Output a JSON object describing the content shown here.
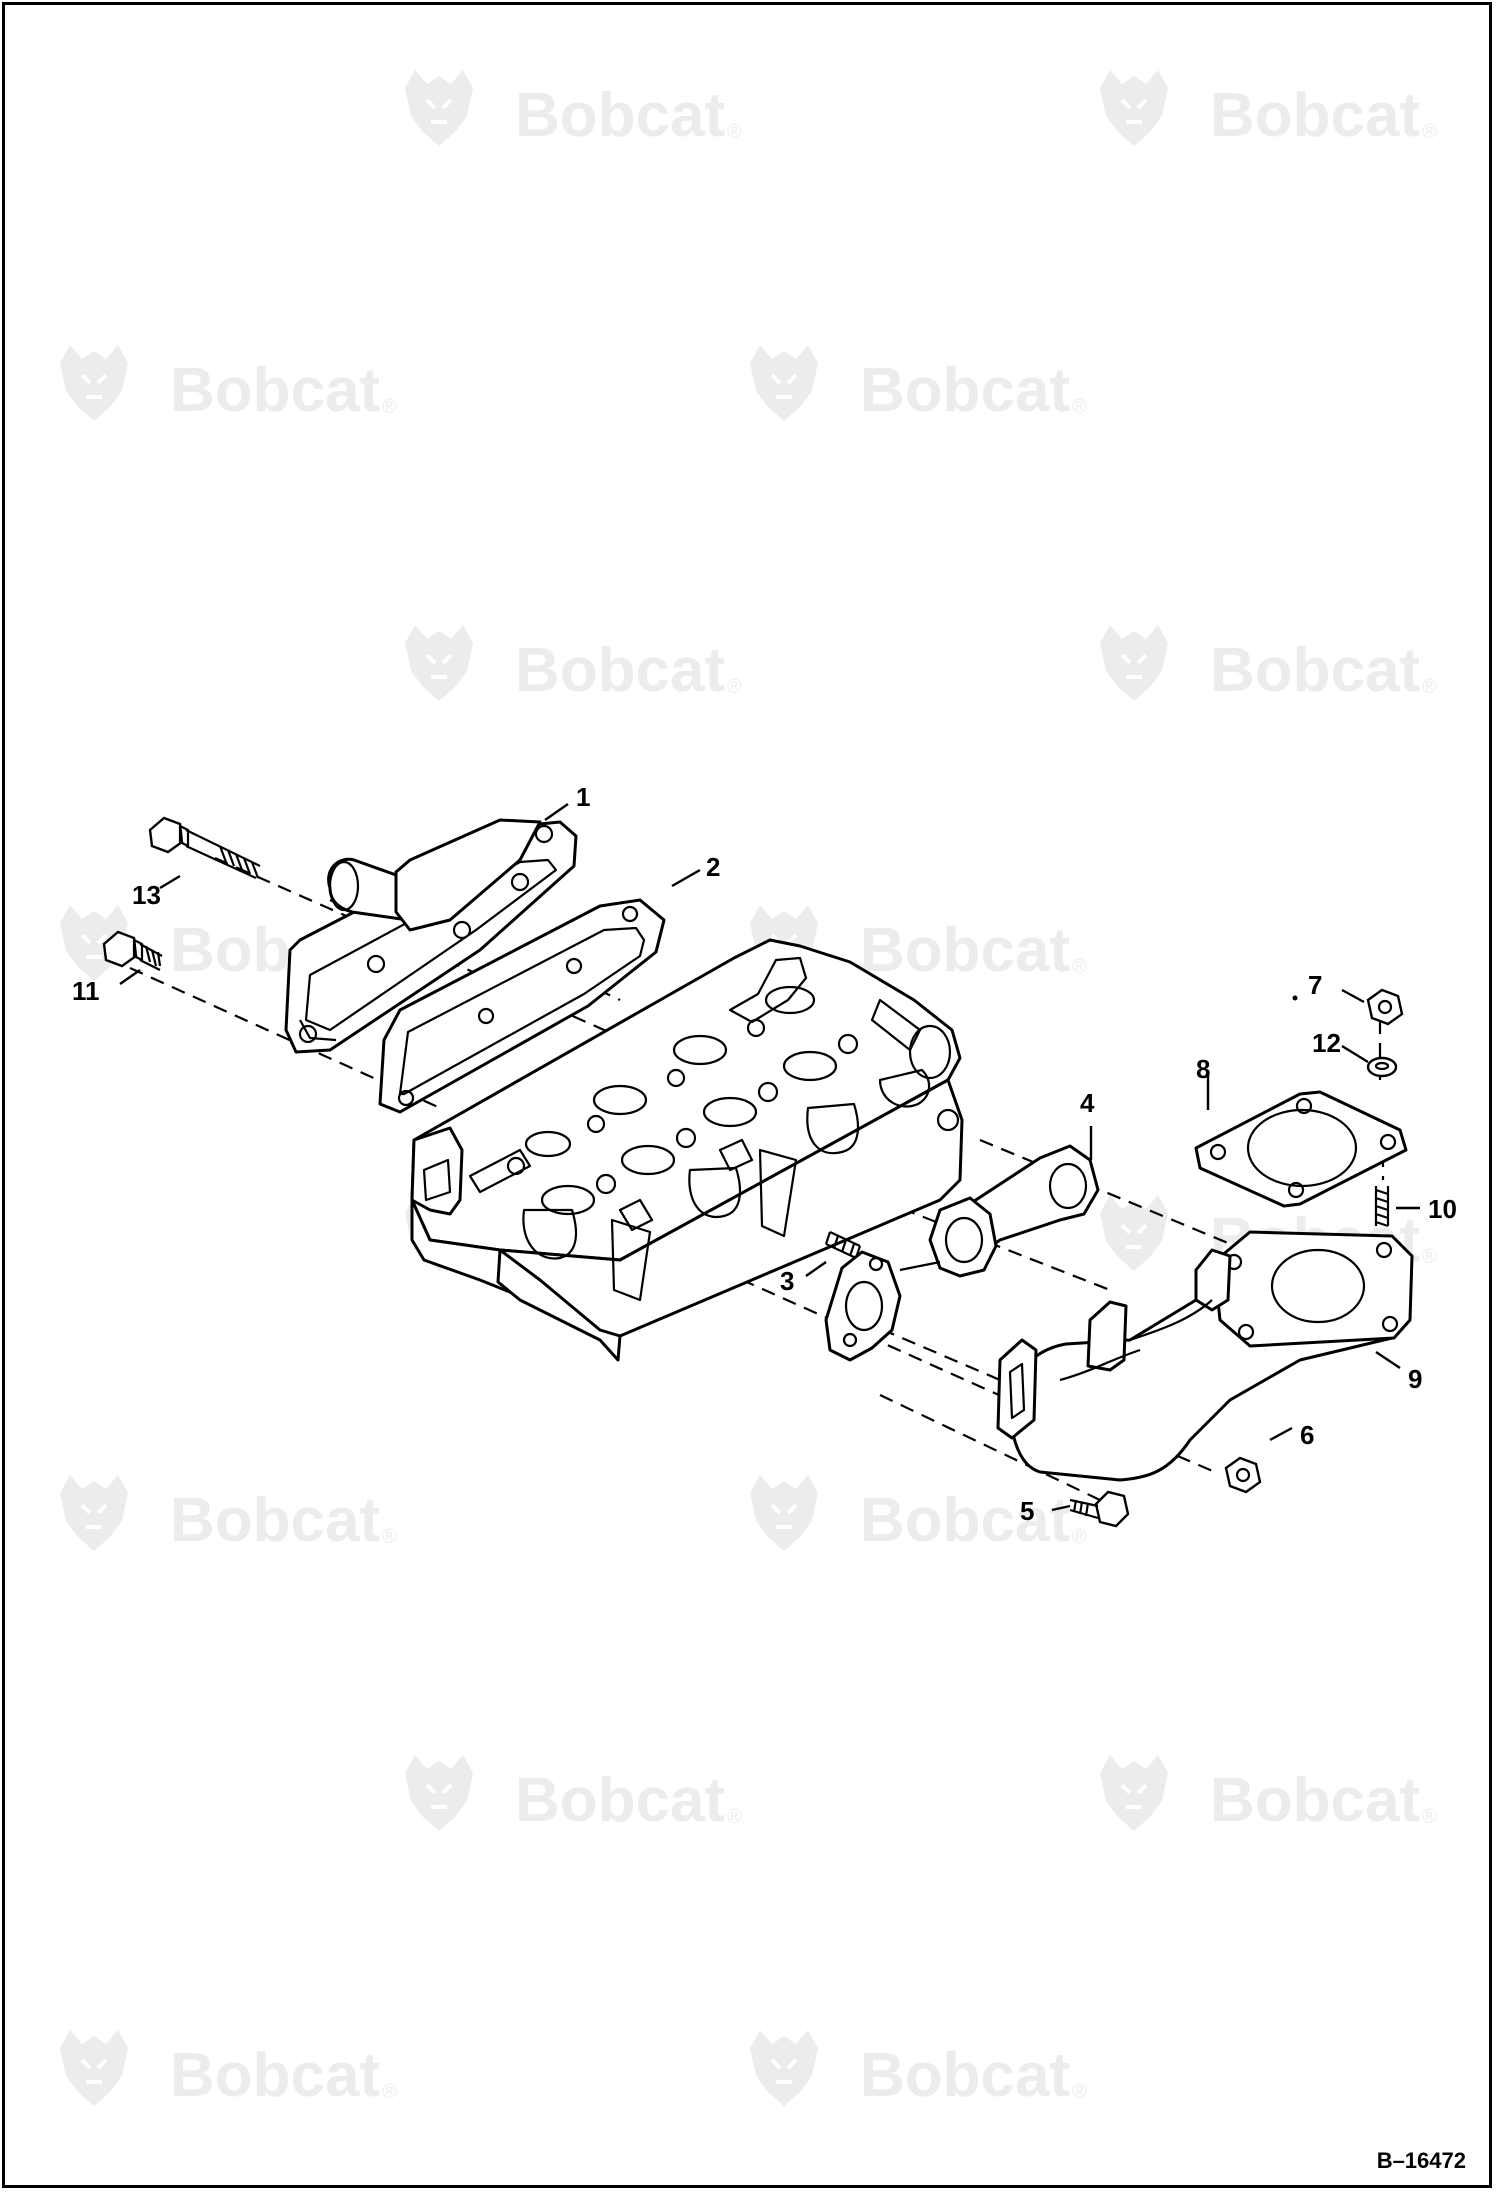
{
  "watermark": {
    "brand": "Bobcat",
    "registered_mark": "®",
    "icon": "bobcat-head-logo-icon"
  },
  "figure_ref": "B–16472",
  "callouts": [
    {
      "id": "1",
      "label": "1",
      "part": "intake-manifold"
    },
    {
      "id": "2",
      "label": "2",
      "part": "intake-manifold-gasket"
    },
    {
      "id": "3",
      "label": "3",
      "part": "stud"
    },
    {
      "id": "4",
      "label": "4",
      "part": "exhaust-manifold-gasket"
    },
    {
      "id": "5",
      "label": "5",
      "part": "bolt"
    },
    {
      "id": "6",
      "label": "6",
      "part": "nut"
    },
    {
      "id": "7",
      "label": "7",
      "part": "nut"
    },
    {
      "id": "8",
      "label": "8",
      "part": "flange-gasket"
    },
    {
      "id": "9",
      "label": "9",
      "part": "exhaust-manifold"
    },
    {
      "id": "10",
      "label": "10",
      "part": "stud"
    },
    {
      "id": "11",
      "label": "11",
      "part": "bolt"
    },
    {
      "id": "12",
      "label": "12",
      "part": "lock-washer"
    },
    {
      "id": "13",
      "label": "13",
      "part": "bolt"
    }
  ],
  "colors": {
    "line": "#000000",
    "background": "#ffffff",
    "watermark": "#ececec"
  }
}
